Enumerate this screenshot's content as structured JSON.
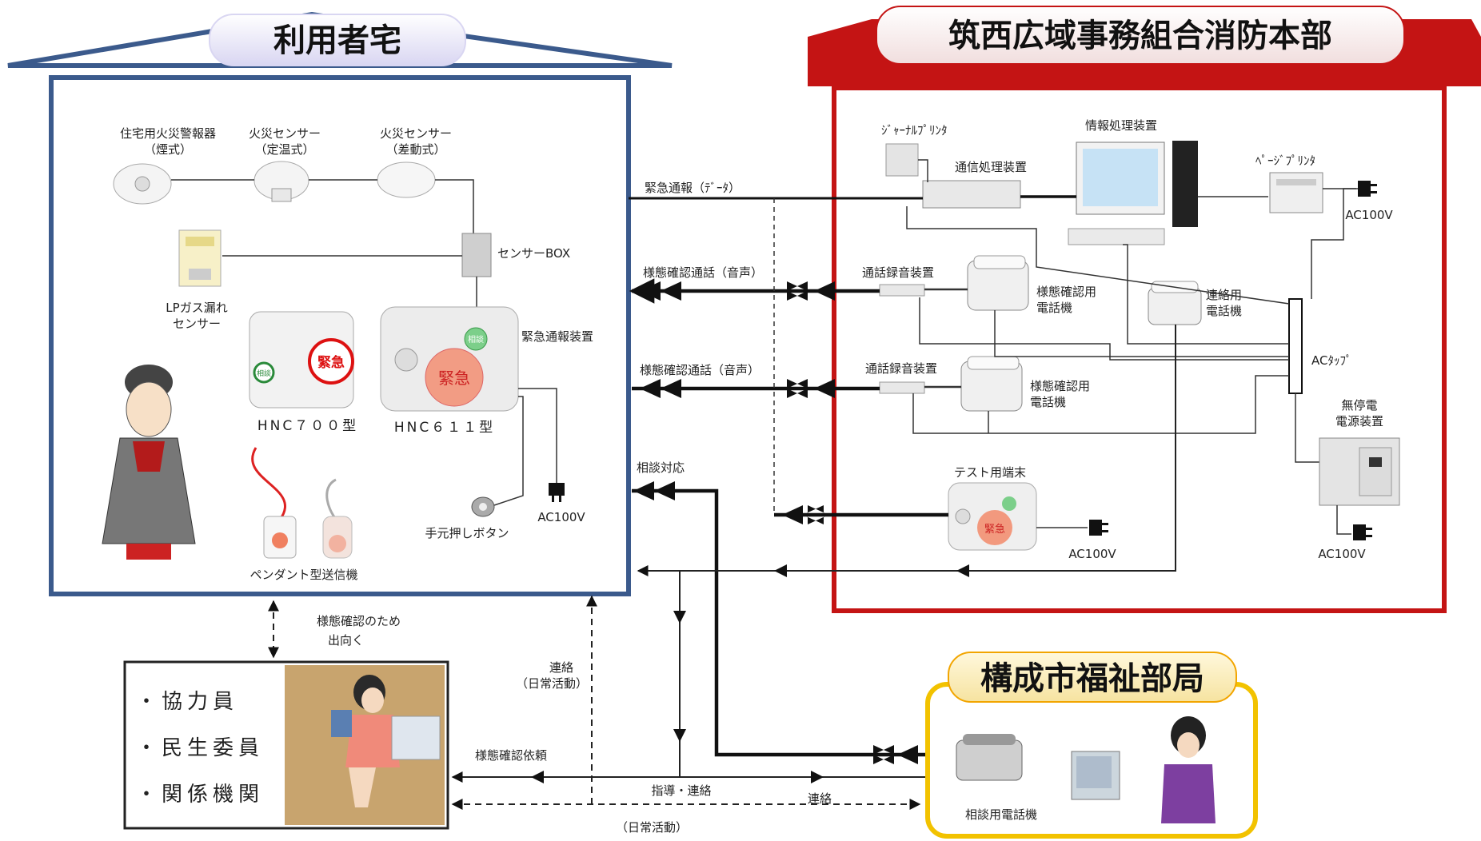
{
  "colors": {
    "user_home": "#3b5a8c",
    "fire_hq": "#c41414",
    "welfare": "#f2c200",
    "title_fill": "#e6e4f7"
  },
  "user_home": {
    "title": "利用者宅",
    "devices": {
      "smoke_alarm": [
        "住宅用火災警報器",
        "（煙式）"
      ],
      "heat_sensor_fixed": [
        "火災センサー",
        "（定温式）"
      ],
      "heat_sensor_rate": [
        "火災センサー",
        "（差動式）"
      ],
      "sensor_box": "センサーBOX",
      "lp_gas": [
        "LPガス漏れ",
        "センサー"
      ],
      "emergency_device": "緊急通報装置",
      "hnc700": "HNC７００型",
      "hnc611": "HNC６１１型",
      "pendant": "ペンダント型送信機",
      "hand_button": "手元押しボタン",
      "ac100v": "AC100V",
      "btn_emergency": "緊急",
      "btn_consult": "相談"
    }
  },
  "fire_hq": {
    "title": "筑西広域事務組合消防本部",
    "journal_printer": "ｼﾞｬｰﾅﾙﾌﾟﾘﾝﾀ",
    "comm_unit": "通信処理装置",
    "info_unit": "情報処理装置",
    "page_printer": "ﾍﾟｰｼﾞﾌﾟﾘﾝﾀ",
    "recorder1": "通話録音装置",
    "recorder2": "通話録音装置",
    "phone1": [
      "様態確認用",
      "電話機"
    ],
    "phone2": [
      "様態確認用",
      "電話機"
    ],
    "contact_phone": [
      "連絡用",
      "電話機"
    ],
    "ac_tap": "ACﾀｯﾌﾟ",
    "ups": [
      "無停電",
      "電源装置"
    ],
    "test_terminal": "テスト用端末",
    "ac_labels": [
      "AC100V",
      "AC100V",
      "AC100V"
    ]
  },
  "links": {
    "emergency_data": "緊急通報（ﾃﾞｰﾀ）",
    "voice1": "様態確認通話（音声）",
    "voice2": "様態確認通話（音声）",
    "consult": "相談対応",
    "visit": [
      "様態確認のため",
      "出向く"
    ],
    "contact_daily": [
      "連絡",
      "（日常活動）"
    ],
    "request": "様態確認依頼",
    "guidance": "指導・連絡",
    "contact": "連絡",
    "daily": "（日常活動）"
  },
  "helpers": {
    "items": [
      "・協力員",
      "・民生委員",
      "・関係機関"
    ]
  },
  "welfare": {
    "title": "構成市福祉部局",
    "phone": "相談用電話機"
  }
}
